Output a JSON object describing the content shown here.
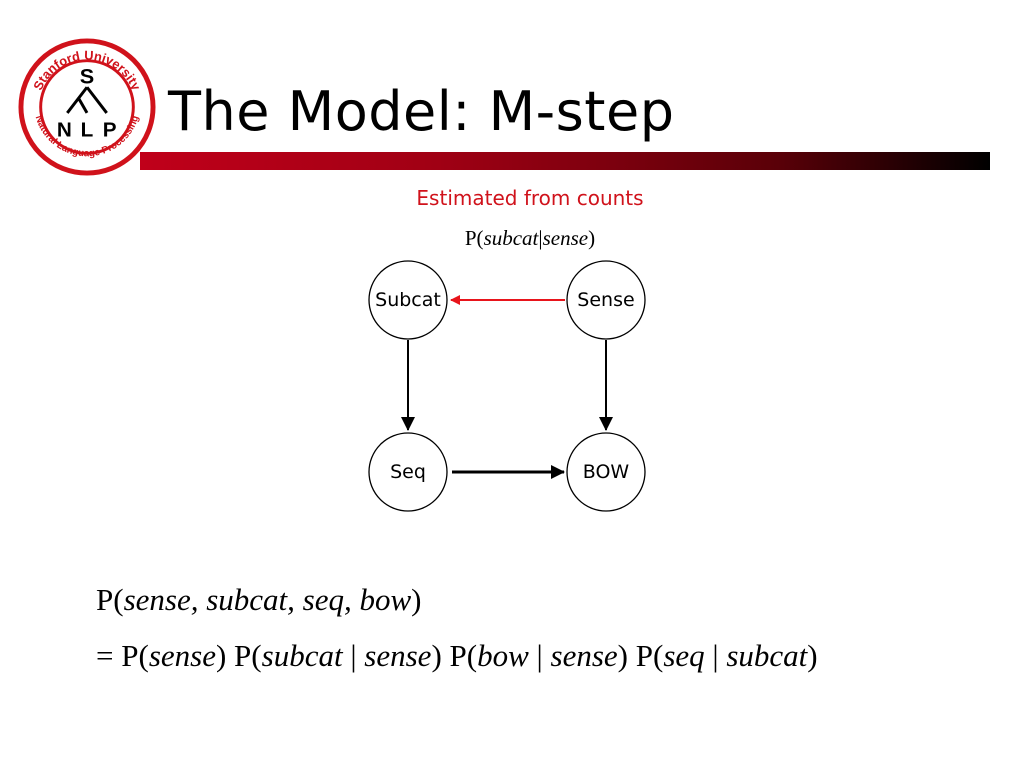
{
  "slide": {
    "title": "The Model: M-step"
  },
  "logo": {
    "arc_text_top": "Stanford University",
    "arc_text_bottom": "Natural Language Processing",
    "letters": {
      "top": "S",
      "left": "N",
      "middle": "L",
      "right": "P"
    },
    "color": "#d0121b"
  },
  "caption": {
    "text": "Estimated from counts",
    "formula": {
      "p": "P(",
      "a": "subcat",
      "bar": "|",
      "b": "sense",
      "close": ")"
    },
    "color": "#d0121b"
  },
  "diagram": {
    "nodes": [
      {
        "id": "subcat",
        "label": "Subcat"
      },
      {
        "id": "sense",
        "label": "Sense"
      },
      {
        "id": "seq",
        "label": "Seq"
      },
      {
        "id": "bow",
        "label": "BOW"
      }
    ],
    "edges": [
      {
        "from": "sense",
        "to": "subcat",
        "color": "#e8141b",
        "highlighted": true
      },
      {
        "from": "subcat",
        "to": "seq",
        "color": "#000000",
        "highlighted": false
      },
      {
        "from": "sense",
        "to": "bow",
        "color": "#000000",
        "highlighted": false
      },
      {
        "from": "seq",
        "to": "bow",
        "color": "#000000",
        "highlighted": false
      }
    ]
  },
  "equation": {
    "line1": {
      "p": "P(",
      "args": "sense, subcat, seq, bow",
      "close": ")"
    },
    "line2": {
      "eq": "= ",
      "terms": [
        {
          "p": "P(",
          "a": "sense",
          "bar": "",
          "b": "",
          "close": ") "
        },
        {
          "p": "P(",
          "a": "subcat",
          "bar": " | ",
          "b": "sense",
          "close": ") "
        },
        {
          "p": "P(",
          "a": "bow",
          "bar": " | ",
          "b": "sense",
          "close": ") "
        },
        {
          "p": "P(",
          "a": "seq",
          "bar": " | ",
          "b": "subcat",
          "close": ")"
        }
      ]
    }
  }
}
